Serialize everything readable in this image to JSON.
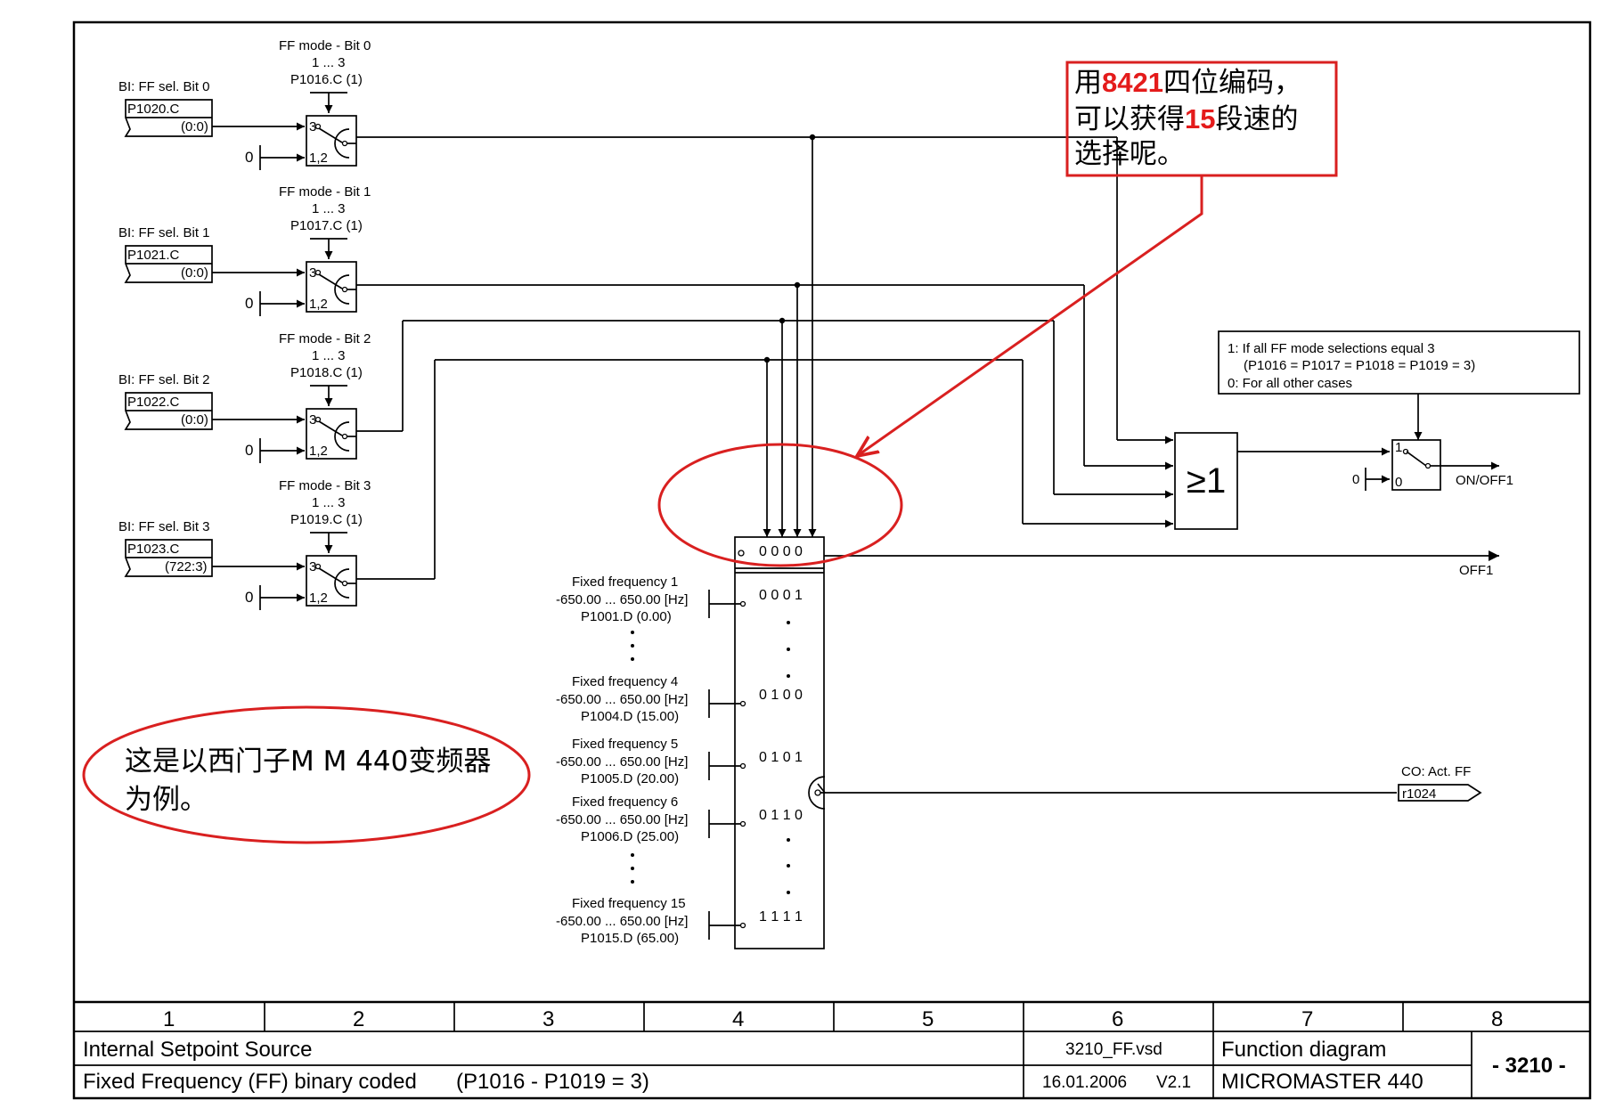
{
  "ff_selectors": [
    {
      "bi_label": "BI: FF sel. Bit 0",
      "param": "P1020.C",
      "value": "(0:0)",
      "mode_title": "FF mode - Bit 0",
      "mode_range": "1 ... 3",
      "mode_param": "P1016.C (1)"
    },
    {
      "bi_label": "BI: FF sel. Bit 1",
      "param": "P1021.C",
      "value": "(0:0)",
      "mode_title": "FF mode - Bit 1",
      "mode_range": "1 ... 3",
      "mode_param": "P1017.C (1)"
    },
    {
      "bi_label": "BI: FF sel. Bit 2",
      "param": "P1022.C",
      "value": "(0:0)",
      "mode_title": "FF mode - Bit 2",
      "mode_range": "1 ... 3",
      "mode_param": "P1018.C (1)"
    },
    {
      "bi_label": "BI: FF sel. Bit 3",
      "param": "P1023.C",
      "value": "(722:3)",
      "mode_title": "FF mode - Bit 3",
      "mode_range": "1 ... 3",
      "mode_param": "P1019.C (1)"
    }
  ],
  "switch_labels": {
    "pos3": "3",
    "pos12": "1,2",
    "zero": "0"
  },
  "frequencies": [
    {
      "title": "Fixed frequency 1",
      "range": "-650.00 ... 650.00  [Hz]",
      "param": "P1001.D (0.00)",
      "code": "0 0 0 1"
    },
    {
      "title": "Fixed frequency 4",
      "range": "-650.00 ... 650.00  [Hz]",
      "param": "P1004.D (15.00)",
      "code": "0 1 0 0"
    },
    {
      "title": "Fixed frequency 5",
      "range": "-650.00 ... 650.00  [Hz]",
      "param": "P1005.D (20.00)",
      "code": "0 1 0 1"
    },
    {
      "title": "Fixed frequency 6",
      "range": "-650.00 ... 650.00  [Hz]",
      "param": "P1006.D (25.00)",
      "code": "0 1 1 0"
    },
    {
      "title": "Fixed frequency 15",
      "range": "-650.00 ... 650.00  [Hz]",
      "param": "P1015.D (65.00)",
      "code": "1 1 1 1"
    }
  ],
  "zero_code": "0 0 0 0",
  "or_gate": "≥1",
  "condition_note": {
    "line1": "1: If all FF mode selections equal 3",
    "line2": "(P1016 = P1017 = P1018 = P1019 = 3)",
    "line3": "0: For all other cases"
  },
  "outputs": {
    "on_off1": "ON/OFF1",
    "off1": "OFF1",
    "co_label": "CO: Act. FF",
    "co_param": "r1024",
    "sw_one": "1",
    "sw_zero": "0",
    "sw_in0": "0"
  },
  "annotation_top": {
    "line1_a": "用",
    "line1_b": "8421",
    "line1_c": "四位编码，",
    "line2_a": "可以获得",
    "line2_b": "15",
    "line2_c": "段速的",
    "line3": "选择呢。"
  },
  "annotation_bottom": {
    "line1": "这是以西门子M M 440变频器",
    "line2": "为例。"
  },
  "footer": {
    "columns": [
      "1",
      "2",
      "3",
      "4",
      "5",
      "6",
      "7",
      "8"
    ],
    "title": "Internal Setpoint Source",
    "subtitle": "Fixed Frequency (FF) binary coded",
    "subtitle_cond": "(P1016 - P1019 = 3)",
    "file": "3210_FF.vsd",
    "date": "16.01.2006",
    "version": "V2.1",
    "diagram_type": "Function diagram",
    "product": "MICROMASTER 440",
    "page_no": "- 3210 -"
  },
  "colors": {
    "annotation": "#d92020",
    "line": "#000000",
    "background": "#ffffff"
  }
}
